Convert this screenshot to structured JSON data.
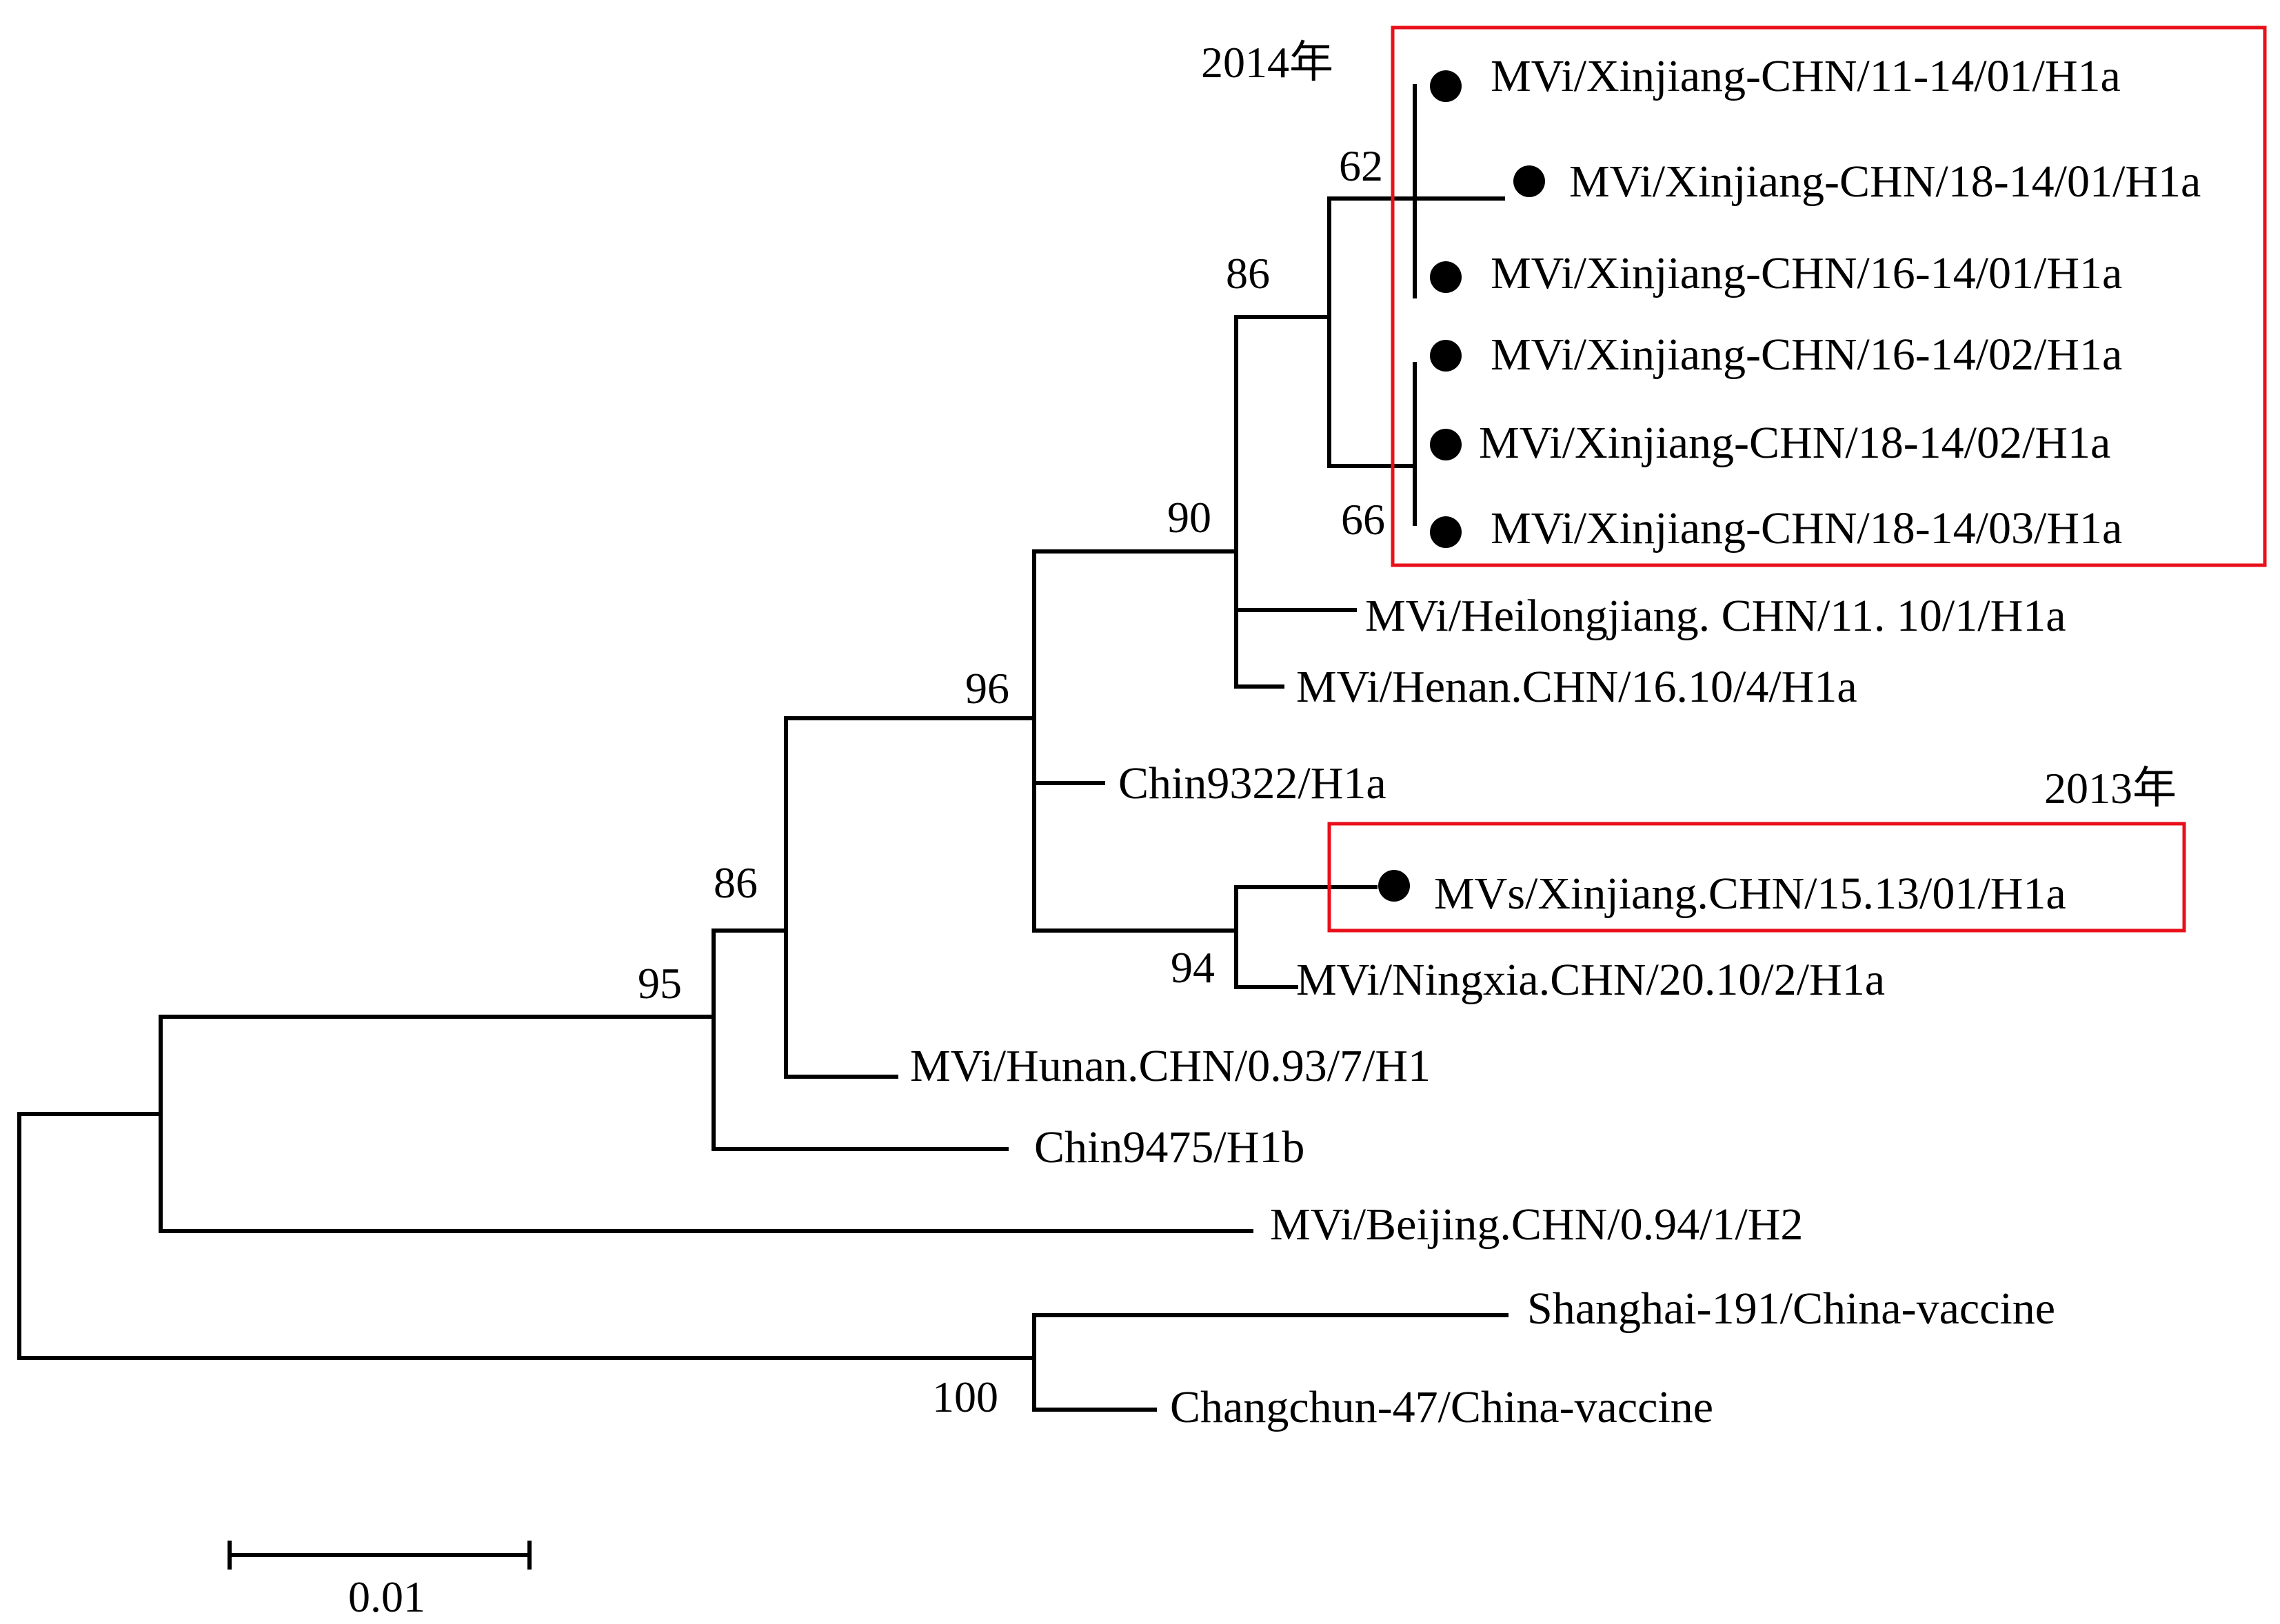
{
  "taxa": {
    "t1": "MVi/Xinjiang-CHN/11-14/01/H1a",
    "t2": "MVi/Xinjiang-CHN/18-14/01/H1a",
    "t3": "MVi/Xinjiang-CHN/16-14/01/H1a",
    "t4": "MVi/Xinjiang-CHN/16-14/02/H1a",
    "t5": "MVi/Xinjiang-CHN/18-14/02/H1a",
    "t6": "MVi/Xinjiang-CHN/18-14/03/H1a",
    "t7": "MVi/Heilongjiang. CHN/11. 10/1/H1a",
    "t8": "MVi/Henan.CHN/16.10/4/H1a",
    "t9": "Chin9322/H1a",
    "t10": "MVs/Xinjiang.CHN/15.13/01/H1a",
    "t11": "MVi/Ningxia.CHN/20.10/2/H1a",
    "t12": "MVi/Hunan.CHN/0.93/7/H1",
    "t13": "Chin9475/H1b",
    "t14": "MVi/Beijing.CHN/0.94/1/H2",
    "t15": "Shanghai-191/China-vaccine",
    "t16": "Changchun-47/China-vaccine"
  },
  "bootstrap": {
    "b62": "62",
    "b66": "66",
    "b86a": "86",
    "b90": "90",
    "b96": "96",
    "b94": "94",
    "b86b": "86",
    "b95": "95",
    "b100": "100"
  },
  "groups": {
    "year_2014": "2014年",
    "year_2013": "2013年"
  },
  "scale_bar": {
    "label": "0.01"
  },
  "colors": {
    "highlight_box": "#e8101a",
    "branch": "#000000"
  }
}
